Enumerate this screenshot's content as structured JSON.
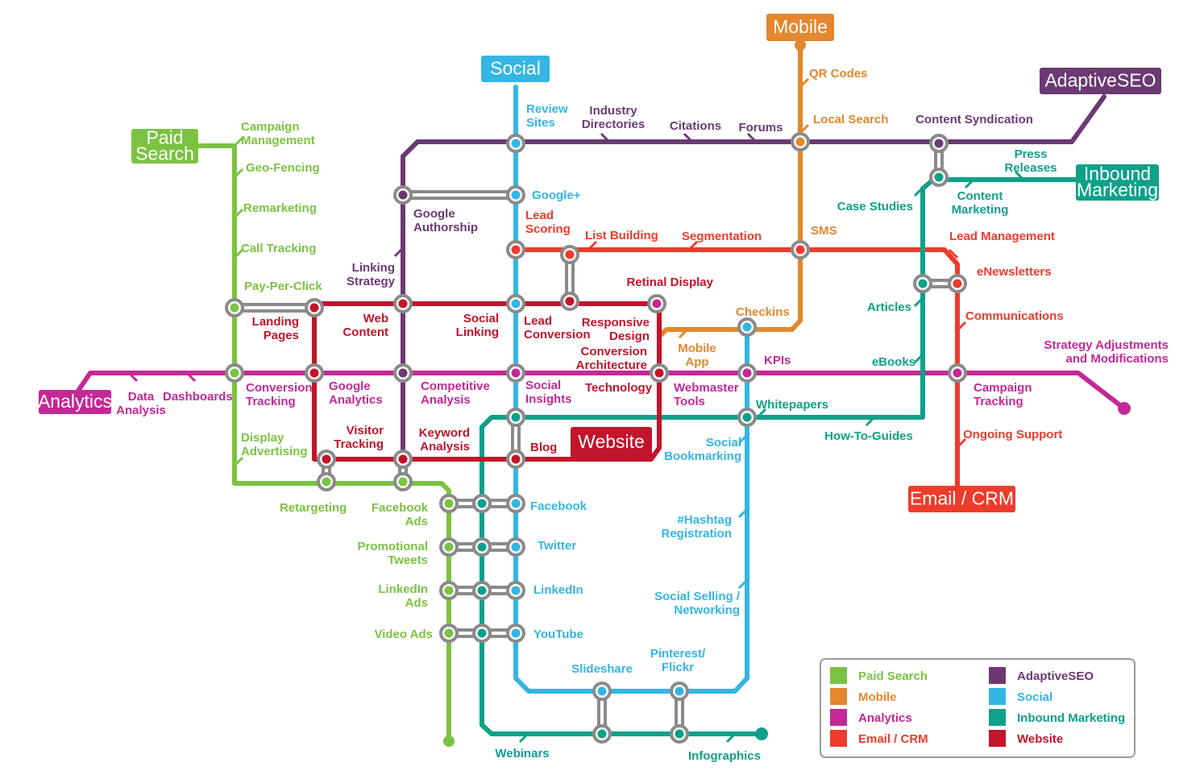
{
  "colors": {
    "paid_search": "#7cc242",
    "mobile": "#e4872e",
    "analytics": "#c42896",
    "email_crm": "#ee3b2b",
    "adaptive_seo": "#6b3a73",
    "social": "#35b5e1",
    "inbound": "#0fa08a",
    "website": "#c2142a",
    "interchange": "#8a8a8a"
  },
  "lines": {
    "paid_search": "Paid\nSearch",
    "mobile": "Mobile",
    "analytics": "Analytics",
    "email_crm": "Email / CRM",
    "adaptive_seo": "AdaptiveSEO",
    "social": "Social",
    "inbound": "Inbound\nMarketing",
    "website": "Website"
  },
  "stops": {
    "campaign_management": "Campaign\nManagement",
    "geo_fencing": "Geo-Fencing",
    "remarketing": "Remarketing",
    "call_tracking": "Call Tracking",
    "pay_per_click": "Pay-Per-Click",
    "display_advertising": "Display\nAdvertising",
    "retargeting": "Retargeting",
    "facebook_ads": "Facebook\nAds",
    "promotional_tweets": "Promotional\nTweets",
    "linkedin_ads": "LinkedIn\nAds",
    "video_ads": "Video Ads",
    "qr_codes": "QR Codes",
    "local_search": "Local Search",
    "sms": "SMS",
    "checkins": "Checkins",
    "mobile_app": "Mobile\nApp",
    "data_analysis": "Data\nAnalysis",
    "dashboards": "Dashboards",
    "conversion_tracking": "Conversion\nTracking",
    "google_analytics": "Google\nAnalytics",
    "competitive_analysis": "Competitive\nAnalysis",
    "social_insights": "Social\nInsights",
    "technology": "Technology",
    "webmaster_tools": "Webmaster\nTools",
    "kpis": "KPIs",
    "campaign_tracking": "Campaign\nTracking",
    "strategy_adjustments": "Strategy Adjustments\nand Modifications",
    "lead_scoring": "Lead\nScoring",
    "list_building": "List Building",
    "segmentation": "Segmentation",
    "lead_management": "Lead Management",
    "enewsletters": "eNewsletters",
    "communications": "Communications",
    "ongoing_support": "Ongoing Support",
    "review_sites": "Review\nSites",
    "industry_directories": "Industry\nDirectories",
    "citations": "Citations",
    "forums": "Forums",
    "content_syndication": "Content Syndication",
    "google_authorship": "Google\nAuthorship",
    "linking_strategy": "Linking\nStrategy",
    "google_plus": "Google+",
    "social_bookmarking": "Social\nBookmarking",
    "hashtag_registration": "#Hashtag\nRegistration",
    "social_selling": "Social Selling /\nNetworking",
    "pinterest_flickr": "Pinterest/\nFlickr",
    "slideshare": "Slideshare",
    "facebook": "Facebook",
    "twitter": "Twitter",
    "linkedin": "LinkedIn",
    "youtube": "YouTube",
    "press_releases": "Press\nReleases",
    "content_marketing": "Content\nMarketing",
    "case_studies": "Case Studies",
    "articles": "Articles",
    "ebooks": "eBooks",
    "whitepapers": "Whitepapers",
    "how_to_guides": "How-To-Guides",
    "webinars": "Webinars",
    "infographics": "Infographics",
    "landing_pages": "Landing\nPages",
    "web_content": "Web\nContent",
    "social_linking": "Social\nLinking",
    "lead_conversion": "Lead\nConversion",
    "responsive_design": "Responsive\nDesign",
    "retinal_display": "Retinal Display",
    "conversion_architecture": "Conversion\nArchitecture",
    "visitor_tracking": "Visitor\nTracking",
    "keyword_analysis": "Keyword\nAnalysis",
    "blog": "Blog"
  },
  "legend": [
    {
      "label": "Paid Search",
      "color": "#7cc242"
    },
    {
      "label": "AdaptiveSEO",
      "color": "#6b3a73"
    },
    {
      "label": "Mobile",
      "color": "#e4872e"
    },
    {
      "label": "Social",
      "color": "#35b5e1"
    },
    {
      "label": "Analytics",
      "color": "#c42896"
    },
    {
      "label": "Inbound Marketing",
      "color": "#0fa08a"
    },
    {
      "label": "Email / CRM",
      "color": "#ee3b2b"
    },
    {
      "label": "Website",
      "color": "#c2142a"
    }
  ]
}
